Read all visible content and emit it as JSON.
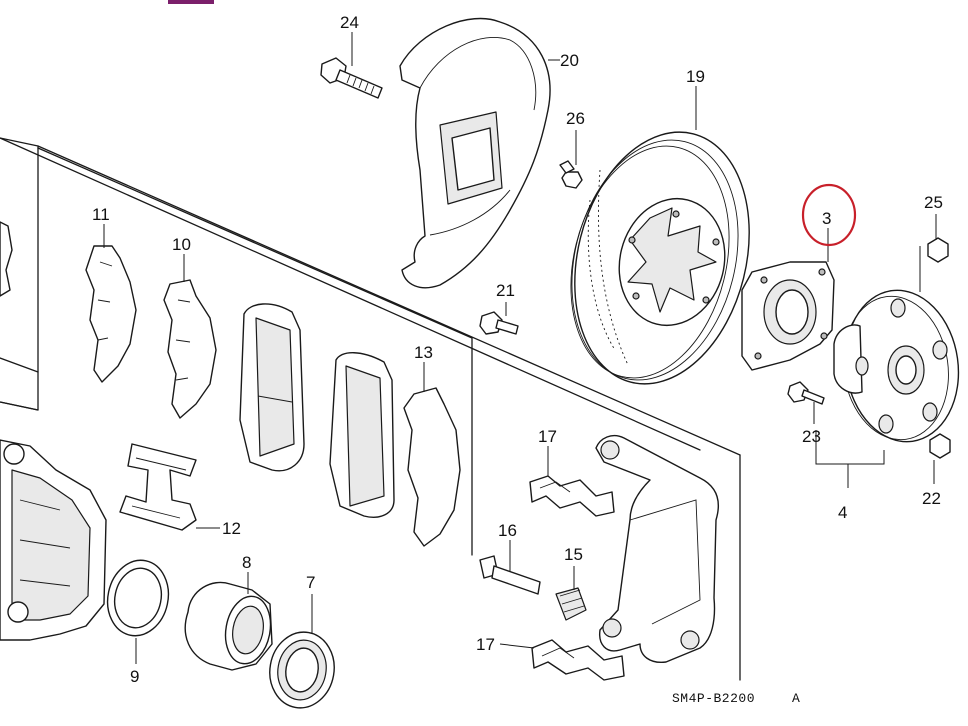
{
  "callouts": {
    "p3": "3",
    "p4": "4",
    "p7": "7",
    "p8": "8",
    "p9": "9",
    "p10": "10",
    "p11": "11",
    "p12": "12",
    "p13": "13",
    "p15": "15",
    "p16": "16",
    "p17a": "17",
    "p17b": "17",
    "p19": "19",
    "p20": "20",
    "p21": "21",
    "p22": "22",
    "p23": "23",
    "p24": "24",
    "p25": "25",
    "p26": "26"
  },
  "diagram_code": "SM4P-B2200",
  "diagram_code_suffix": "A",
  "highlight": {
    "target": "3",
    "color": "#c8202a"
  },
  "accent_mark_color": "#7b1f6b"
}
